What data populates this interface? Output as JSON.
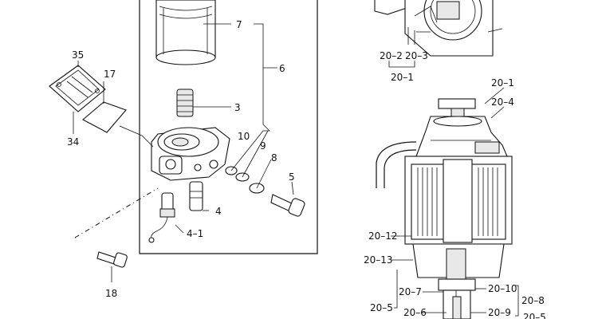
{
  "diagram": {
    "callouts": {
      "c7": "7",
      "c6": "6",
      "c35": "35",
      "c17": "17",
      "c3": "3",
      "c34": "34",
      "c10": "10",
      "c9": "9",
      "c8": "8",
      "c5": "5",
      "c4": "4",
      "c4_1": "4–1",
      "c18": "18",
      "c20_2": "20–2",
      "c20_3": "20–3",
      "c20_1a": "20–1",
      "c20_1b": "20–1",
      "c20_4": "20–4",
      "c20_12": "20–12",
      "c20_13": "20–13",
      "c20_7": "20–7",
      "c20_5": "20–5",
      "c20_6": "20–6",
      "c20_10": "20–10",
      "c20_9": "20–9",
      "c20_8": "20–8",
      "c20_5b": "20–5"
    }
  }
}
